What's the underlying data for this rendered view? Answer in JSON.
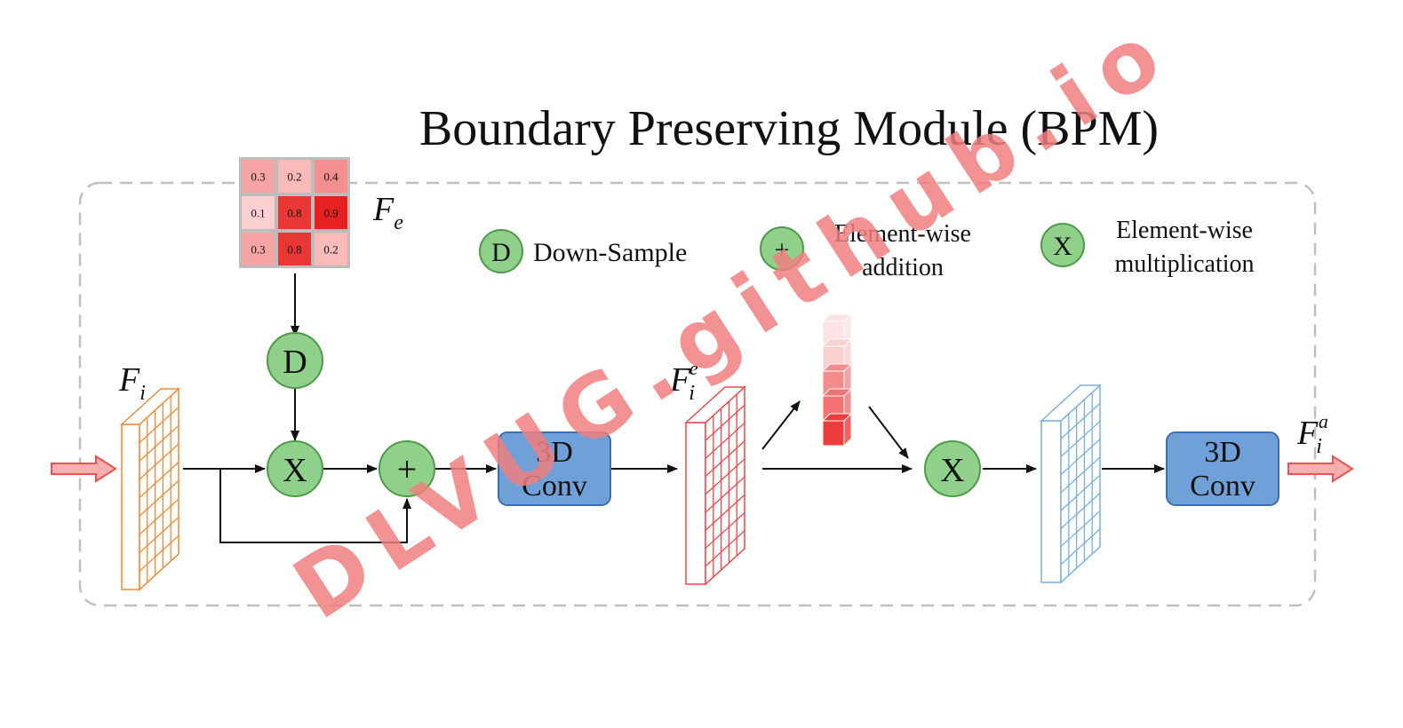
{
  "title": "Boundary Preserving Module (BPM)",
  "watermark": "DLVUG.github.io",
  "feature_labels": {
    "fi_main": "F",
    "fi_sub": "i",
    "fe_main": "F",
    "fe_sub": "e",
    "fie_main": "F",
    "fie_sub": "i",
    "fie_sup": "e",
    "fia_main": "F",
    "fia_sub": "i",
    "fia_sup": "a"
  },
  "matrix": [
    [
      "0.3",
      "0.2",
      "0.4"
    ],
    [
      "0.1",
      "0.8",
      "0.9"
    ],
    [
      "0.3",
      "0.8",
      "0.2"
    ]
  ],
  "legend": {
    "downsample_symbol": "D",
    "downsample_label": "Down-Sample",
    "add_symbol": "+",
    "add_label_line1": "Element-wise",
    "add_label_line2": "addition",
    "mult_symbol": "X",
    "mult_label_line1": "Element-wise",
    "mult_label_line2": "multiplication"
  },
  "nodes": {
    "downsample": "D",
    "mult1": "X",
    "add": "+",
    "mult2": "X"
  },
  "conv1": {
    "line1": "3D",
    "line2": "Conv"
  },
  "conv2": {
    "line1": "3D",
    "line2": "Conv"
  },
  "colors": {
    "node_fill": "#8fd18a",
    "node_stroke": "#4e9a47",
    "conv_fill": "#6fa0d8",
    "conv_stroke": "#3d6fae",
    "fi_grid": "#f08a3a",
    "fie_grid": "#f04848",
    "out_grid": "#7ab0e0",
    "io_arrow": "#f05050",
    "dash_border": "#c0c0c0"
  }
}
